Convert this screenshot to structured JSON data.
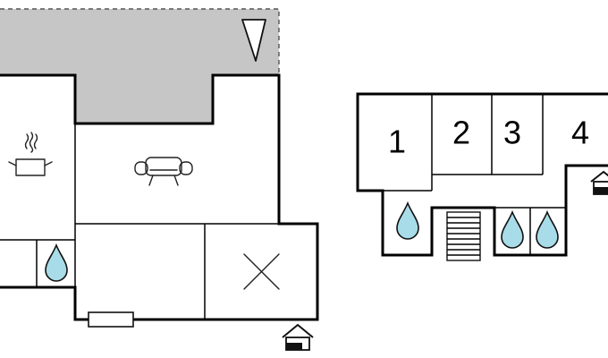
{
  "floor_plan": {
    "accent_colors": {
      "terrace": "#c6c6c6",
      "water_drop": "#a8dce8",
      "wall": "#000000"
    },
    "ground_floor": {
      "icons": [
        "compass-triangle-icon",
        "pot-icon",
        "sofa-icon",
        "water-drop-icon",
        "bed-cross-icon",
        "window-icon",
        "entrance-house-icon"
      ]
    },
    "upper_floor": {
      "rooms": [
        {
          "label": "1"
        },
        {
          "label": "2"
        },
        {
          "label": "3"
        },
        {
          "label": "4"
        }
      ],
      "icons": [
        "water-drop-icon",
        "water-drop-icon",
        "water-drop-icon",
        "stairs-icon",
        "entrance-house-icon"
      ]
    }
  }
}
